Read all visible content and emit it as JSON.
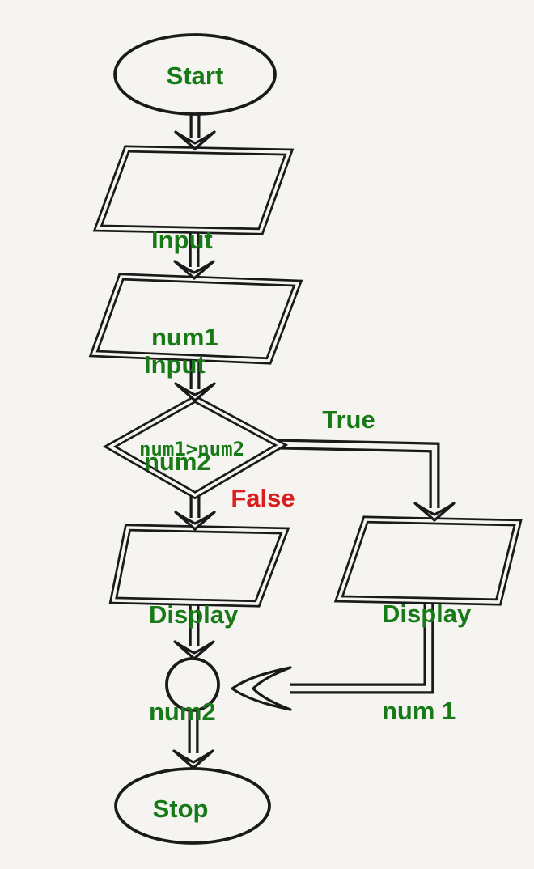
{
  "colors": {
    "line": "#1a1a1a",
    "green": "#177a17",
    "red": "#dd1d1d",
    "background": "#f5f4f1"
  },
  "nodes": {
    "start": {
      "label": "Start"
    },
    "input_num1": {
      "line1": "Input",
      "line2": "num1"
    },
    "input_num2": {
      "line1": "Input",
      "line2": "num2"
    },
    "decision": {
      "label": "num1>num2"
    },
    "display_num2": {
      "line1": "Display",
      "line2": "num2"
    },
    "display_num1": {
      "line1": "Display",
      "line2": "num 1"
    },
    "stop": {
      "label": "Stop"
    }
  },
  "edges": {
    "true_label": "True",
    "false_label": "False"
  }
}
